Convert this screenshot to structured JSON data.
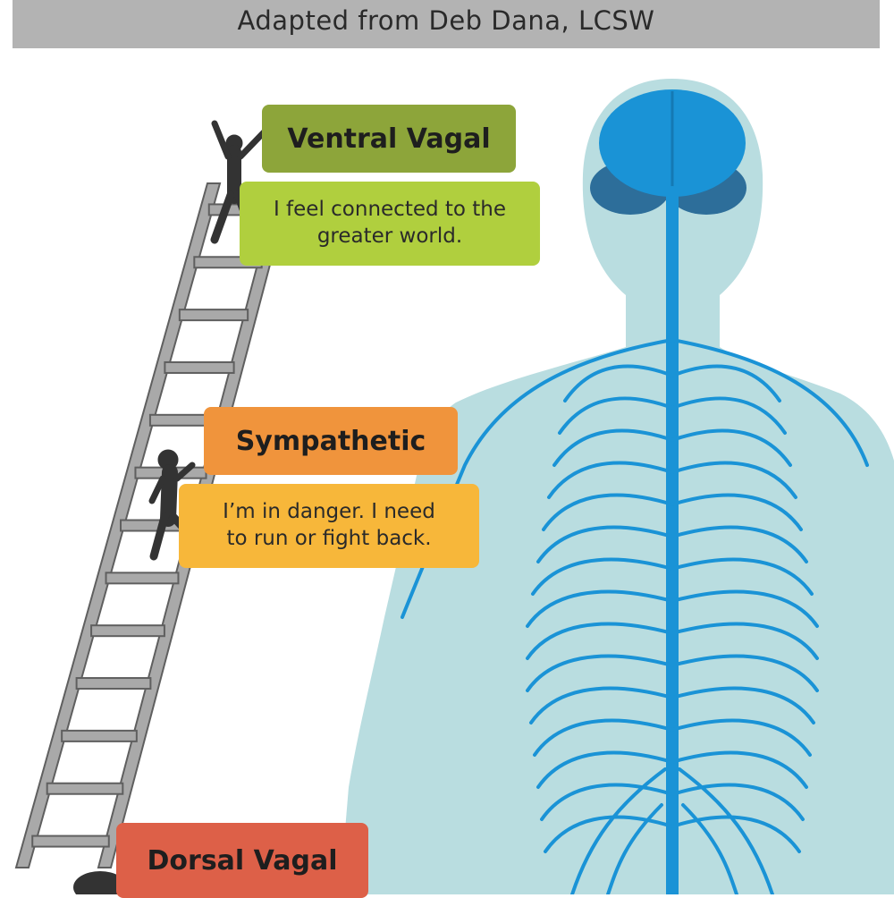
{
  "header": {
    "subtitle": "Adapted from Deb Dana, LCSW"
  },
  "states": {
    "ventral": {
      "title": "Ventral Vagal",
      "line1": "I feel connected to the",
      "line2": "greater world."
    },
    "sympathetic": {
      "title": "Sympathetic",
      "line1": "I’m in danger.  I need",
      "line2": "to run or fight back."
    },
    "dorsal": {
      "title": "Dorsal Vagal"
    }
  },
  "colors": {
    "header_bg": "#b3b3b3",
    "ventral_title": "#8da53a",
    "ventral_desc": "#b0cf3e",
    "sympathetic_title": "#f0943c",
    "sympathetic_desc": "#f7b73a",
    "dorsal_title": "#dd6048",
    "body_fill": "#b9dde0",
    "nerve": "#1a93d6",
    "ladder": "#a9a9a9",
    "figure": "#333333"
  },
  "icons": [
    "ladder-icon",
    "climber-icon",
    "human-body-icon",
    "brain-icon",
    "spine-icon"
  ]
}
